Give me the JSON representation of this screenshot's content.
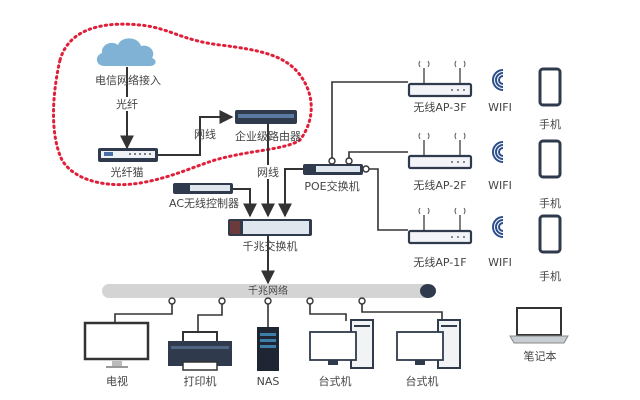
{
  "title": "Enterprise network topology",
  "colors": {
    "line": "#333333",
    "device_dark": "#2f3b4c",
    "device_light": "#dfe6ee",
    "cloud": "#7fb2d4",
    "boundary": "#e0203a",
    "bus": "#d4d4d4",
    "wifi": "#2b4e8c"
  },
  "internet": {
    "label": "电信网络接入",
    "link_label": "光纤",
    "icon": "cloud-icon"
  },
  "modem": {
    "label": "光纤猫",
    "icon": "modem-icon"
  },
  "router": {
    "label": "企业级路由器",
    "link_label_in": "网线",
    "link_label_out": "网线",
    "icon": "router-icon"
  },
  "ac_controller": {
    "label": "AC无线控制器",
    "icon": "switch-icon"
  },
  "poe_switch": {
    "label": "POE交换机",
    "icon": "switch-icon"
  },
  "core_switch": {
    "label": "千兆交换机",
    "icon": "switch-24port-icon"
  },
  "access_points": [
    {
      "label": "无线AP-3F",
      "wifi_label": "WIFI",
      "client_label": "手机"
    },
    {
      "label": "无线AP-2F",
      "wifi_label": "WIFI",
      "client_label": "手机"
    },
    {
      "label": "无线AP-1F",
      "wifi_label": "WIFI",
      "client_label": "手机"
    }
  ],
  "network_bus": {
    "label": "千兆网络"
  },
  "endpoints": [
    {
      "label": "电视",
      "icon": "tv-icon"
    },
    {
      "label": "打印机",
      "icon": "printer-icon"
    },
    {
      "label": "NAS",
      "icon": "nas-icon"
    },
    {
      "label": "台式机",
      "icon": "desktop-icon"
    },
    {
      "label": "台式机",
      "icon": "desktop-icon"
    }
  ],
  "laptop": {
    "label": "笔记本",
    "icon": "laptop-icon"
  }
}
